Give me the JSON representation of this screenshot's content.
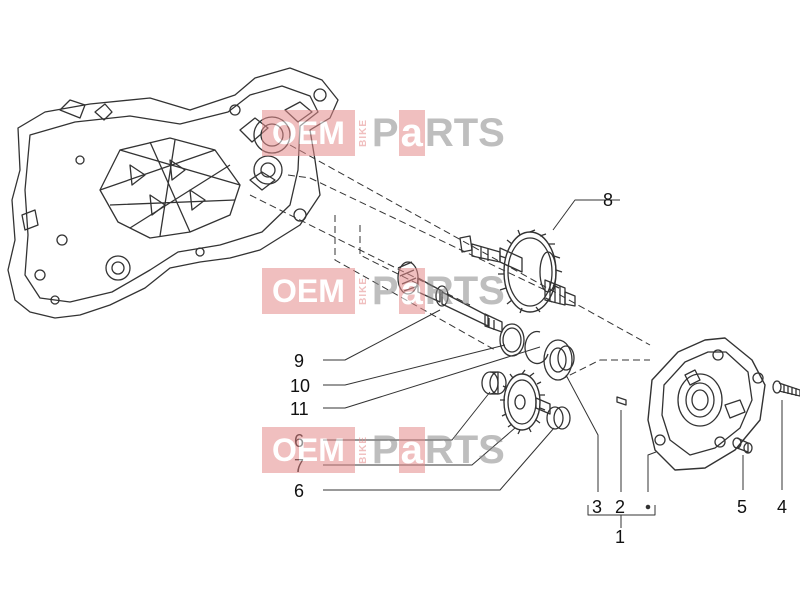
{
  "watermark": {
    "oem": "OEM",
    "bike": "BIKE",
    "p": "P",
    "a": "a",
    "rts": "RTS"
  },
  "callouts": {
    "c1": "1",
    "c2": "2",
    "c3": "3",
    "c4": "4",
    "c5": "5",
    "c6a": "6",
    "c6b": "6",
    "c7": "7",
    "c8": "8",
    "c9": "9",
    "c10": "10",
    "c11": "11"
  },
  "colors": {
    "line": "#333333",
    "watermark_red": "#e48b8b",
    "watermark_gray": "#8a8a8a"
  }
}
